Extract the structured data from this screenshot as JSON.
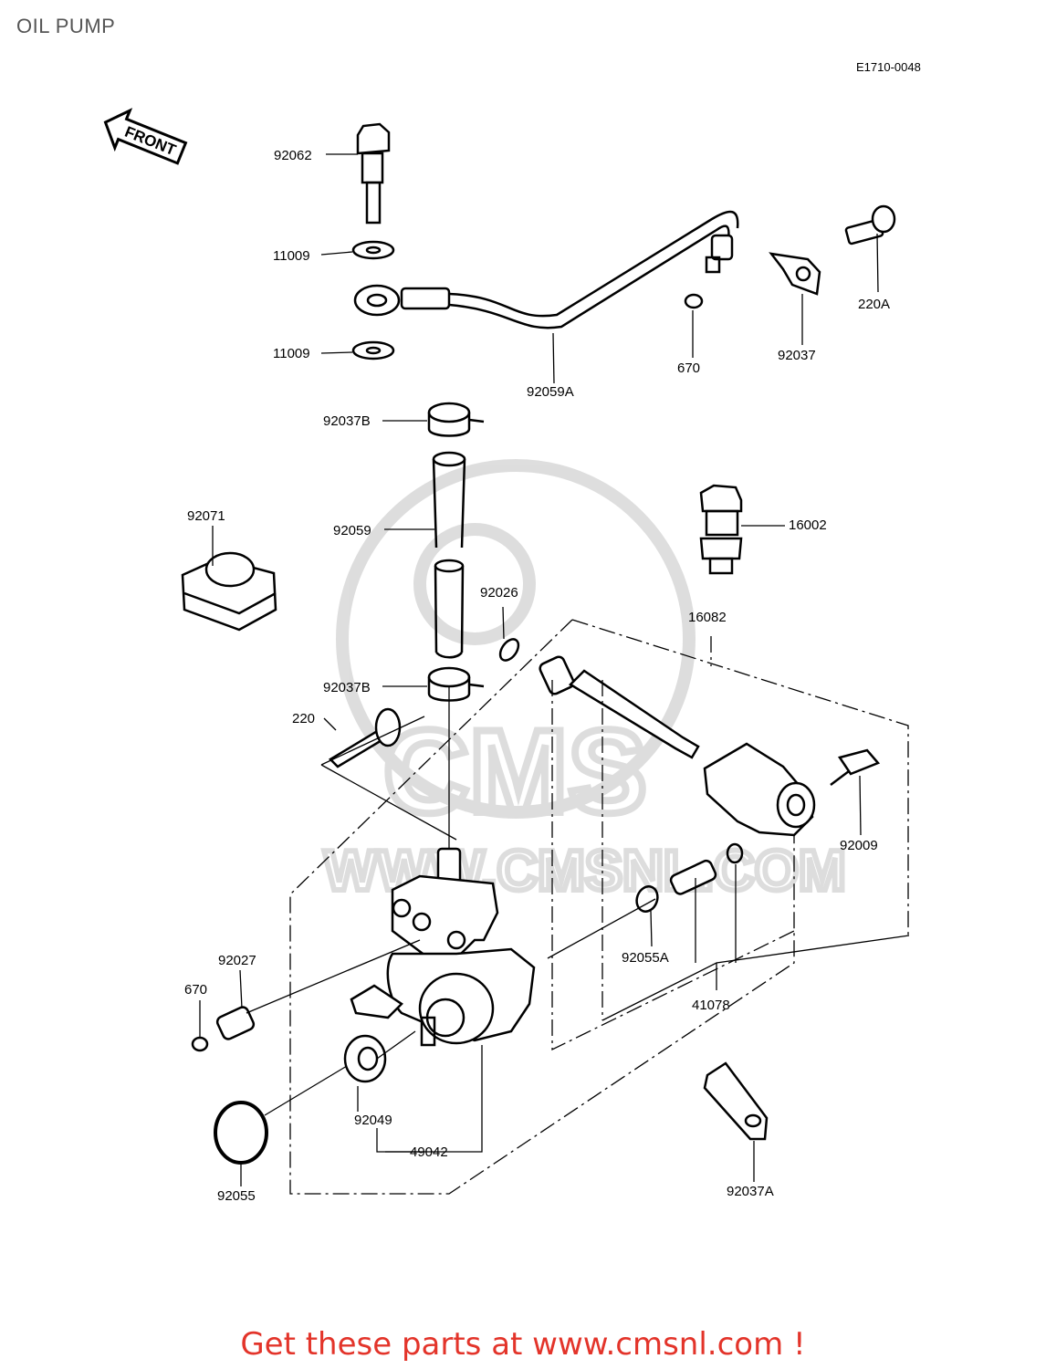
{
  "title": "OIL PUMP",
  "diagram_code": "E1710-0048",
  "front_arrow": "FRONT",
  "watermark": {
    "logo_text": "CMS",
    "url_text": "WWW.CMSNL.COM"
  },
  "parts": {
    "p92062": "92062",
    "p11009a": "11009",
    "p11009b": "11009",
    "p92059A": "92059A",
    "p670a": "670",
    "p92037": "92037",
    "p220A": "220A",
    "p92037Ba": "92037B",
    "p92071": "92071",
    "p92059": "92059",
    "p16002": "16002",
    "p92026": "92026",
    "p16082": "16082",
    "p92037Bb": "92037B",
    "p220": "220",
    "p92009": "92009",
    "p92027": "92027",
    "p670b": "670",
    "p92055A": "92055A",
    "p41078": "41078",
    "p92049": "92049",
    "p49042": "49042",
    "p92055": "92055",
    "p92037A": "92037A"
  },
  "footer": "Get these parts at www.cmsnl.com !"
}
